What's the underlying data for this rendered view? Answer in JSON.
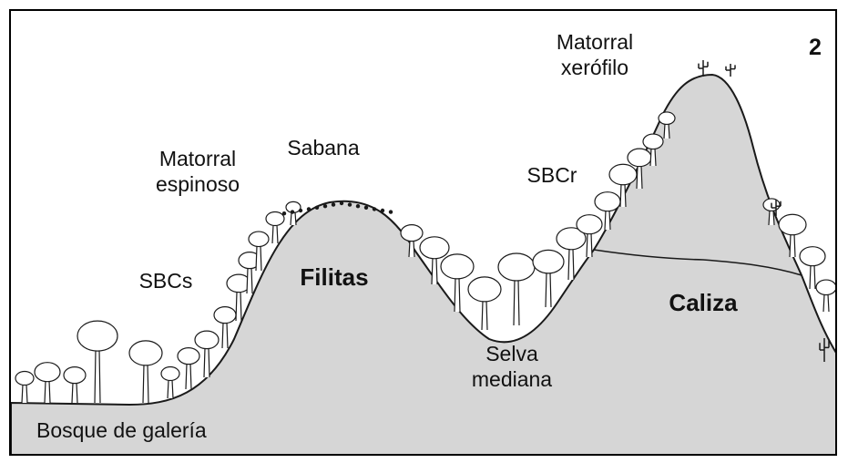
{
  "figure_number": "2",
  "colors": {
    "terrain": "#d6d6d6",
    "outline": "#1a1a1a",
    "background": "#ffffff"
  },
  "labels": {
    "matorral_xerofilo": "Matorral\nxerófilo",
    "sabana": "Sabana",
    "matorral_espinoso": "Matorral\nespinoso",
    "sbcr": "SBCr",
    "sbcs": "SBCs",
    "filitas": "Filitas",
    "caliza": "Caliza",
    "selva_mediana": "Selva\nmediana",
    "bosque_galeria": "Bosque de galería"
  }
}
